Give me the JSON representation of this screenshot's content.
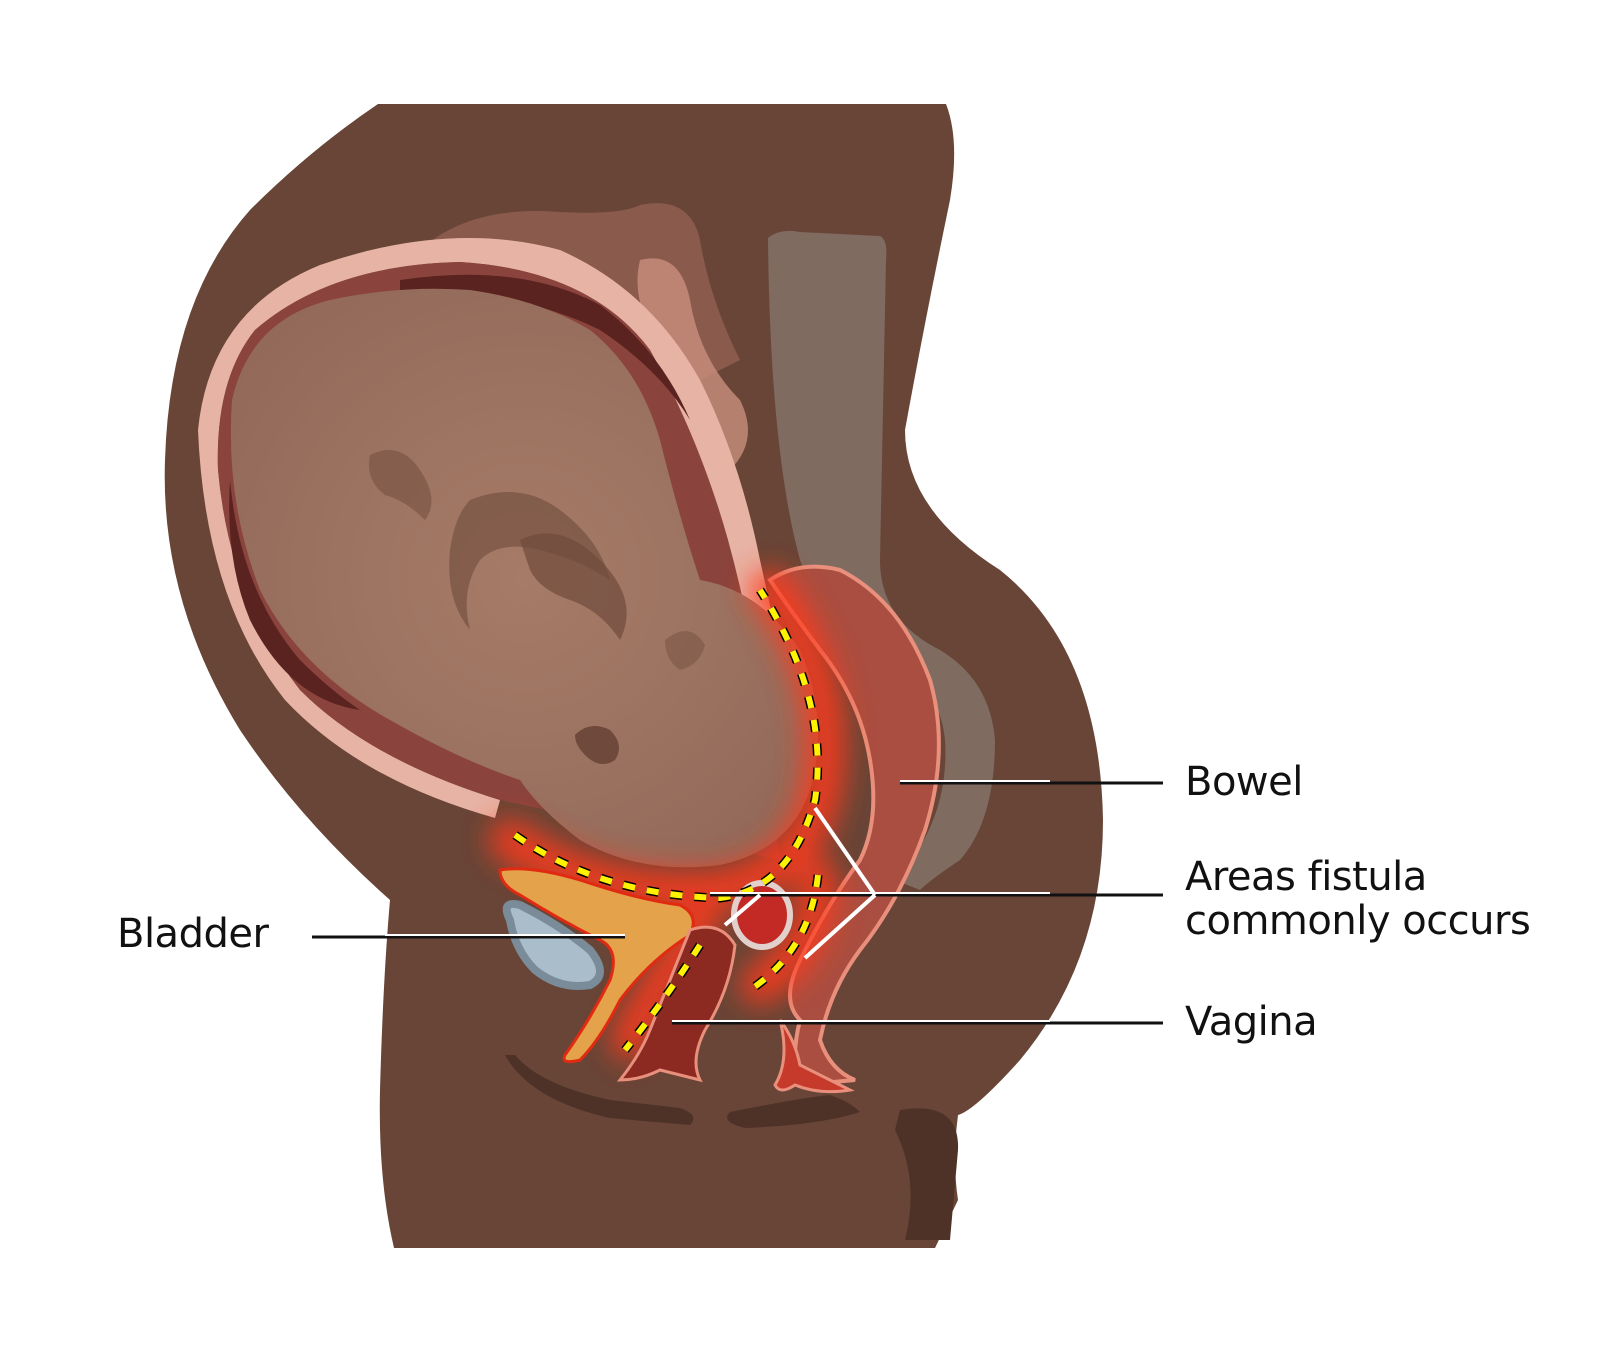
{
  "diagram": {
    "type": "anatomical-illustration",
    "subject": "Sagittal cross-section of pregnant abdomen during obstructed labour",
    "labels": {
      "bowel": "Bowel",
      "fistula": "Areas fistula\ncommonly occurs",
      "vagina": "Vagina",
      "bladder": "Bladder"
    },
    "colors": {
      "background": "#ffffff",
      "body_skin": "#684537",
      "body_shadow": "#4e3127",
      "spine_area": "#7f6b60",
      "uterus_wall": "#e7b3a5",
      "uterus_inner": "#8a443d",
      "uterus_dark": "#5a2320",
      "fetus": "#a07866",
      "fetus_shadow": "#7c5646",
      "bowel": "#a94e41",
      "bowel_outline": "#e9907d",
      "bladder": "#aabdcb",
      "bladder_outline": "#7a8c99",
      "urethra": "#e4a24a",
      "glow_red": "#ff3a1a",
      "dash_yellow": "#fff200",
      "leader_line_dark": "#111111",
      "leader_line_white": "#ffffff",
      "label_text": "#111111"
    }
  }
}
